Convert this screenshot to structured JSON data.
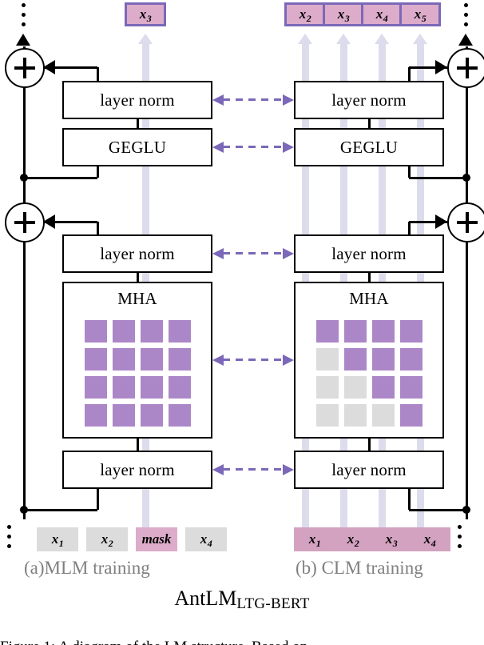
{
  "figure": {
    "title_main": "AntLM",
    "title_sub": "LTG-BERT",
    "caption": "Figure 1: A diagram of the LM structure. Based on ..."
  },
  "panels": [
    {
      "id": "mlm",
      "caption": "(a)MLM training",
      "output_tokens": [
        {
          "base": "x",
          "sub": "3"
        }
      ],
      "input_tokens": [
        {
          "base": "x",
          "sub": "1",
          "style": "gray"
        },
        {
          "base": "x",
          "sub": "2",
          "style": "gray"
        },
        {
          "base": "mask",
          "sub": "",
          "style": "mask"
        },
        {
          "base": "x",
          "sub": "4",
          "style": "gray"
        }
      ],
      "blocks": [
        {
          "name": "layer-norm-top",
          "label": "layer norm"
        },
        {
          "name": "geglu",
          "label": "GEGLU"
        },
        {
          "name": "layer-norm-mid",
          "label": "layer norm"
        },
        {
          "name": "mha",
          "label": "MHA"
        },
        {
          "name": "layer-norm-bottom",
          "label": "layer norm"
        }
      ],
      "attention_mask": {
        "rows": 4,
        "cols": 4,
        "pattern": [
          [
            1,
            1,
            1,
            1
          ],
          [
            1,
            1,
            1,
            1
          ],
          [
            1,
            1,
            1,
            1
          ],
          [
            1,
            1,
            1,
            1
          ]
        ]
      }
    },
    {
      "id": "clm",
      "caption": "(b) CLM training",
      "output_tokens": [
        {
          "base": "x",
          "sub": "2"
        },
        {
          "base": "x",
          "sub": "3"
        },
        {
          "base": "x",
          "sub": "4"
        },
        {
          "base": "x",
          "sub": "5"
        }
      ],
      "input_tokens": [
        {
          "base": "x",
          "sub": "1",
          "style": "pink"
        },
        {
          "base": "x",
          "sub": "2",
          "style": "pink"
        },
        {
          "base": "x",
          "sub": "3",
          "style": "pink"
        },
        {
          "base": "x",
          "sub": "4",
          "style": "pink"
        }
      ],
      "blocks": [
        {
          "name": "layer-norm-top",
          "label": "layer norm"
        },
        {
          "name": "geglu",
          "label": "GEGLU"
        },
        {
          "name": "layer-norm-mid",
          "label": "layer norm"
        },
        {
          "name": "mha",
          "label": "MHA"
        },
        {
          "name": "layer-norm-bottom",
          "label": "layer norm"
        }
      ],
      "attention_mask": {
        "rows": 4,
        "cols": 4,
        "pattern": [
          [
            1,
            1,
            1,
            1
          ],
          [
            0,
            1,
            1,
            1
          ],
          [
            0,
            0,
            1,
            1
          ],
          [
            0,
            0,
            0,
            1
          ]
        ]
      }
    }
  ],
  "shared_links": [
    {
      "name": "link-layer-norm-top"
    },
    {
      "name": "link-geglu"
    },
    {
      "name": "link-layer-norm-mid"
    },
    {
      "name": "link-mha"
    },
    {
      "name": "link-layer-norm-bottom"
    }
  ],
  "colors": {
    "token_output_fill": "#dcacca",
    "token_output_border": "#7b68b8",
    "token_input_gray": "#dcdcdc",
    "token_input_pink": "#d3a2c0",
    "attention_on": "#ac87c8",
    "attention_off": "#dcdcdc",
    "signal_line": "#dcdcec",
    "link_arrow": "#7b68b8",
    "caption_text": "#808080",
    "wire": "#000000"
  },
  "symbols": {
    "residual_add": "+",
    "ellipsis": "⋮"
  }
}
